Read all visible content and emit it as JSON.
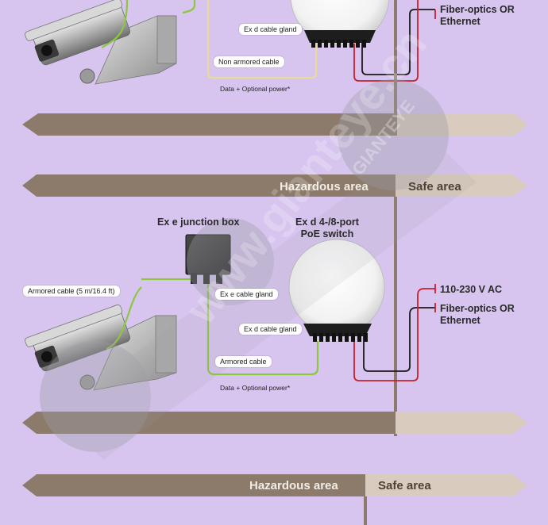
{
  "colors": {
    "background": "#d7c5ef",
    "hazard_band": "#8c7b6b",
    "safe_band": "#d9cbbd",
    "armored_cable": "#8dc63f",
    "non_armored_cable": "#e6dc96",
    "power_line": "#c8202f",
    "network_line": "#1a1a1a",
    "watermark": "#b8b8be"
  },
  "watermark": {
    "brand": "GIANTEYE",
    "url": "www.gianteye.cn"
  },
  "diagram_top": {
    "callouts": {
      "ex_d_gland": "Ex d cable gland",
      "non_armored": "Non armored cable"
    },
    "caption": "Data + Optional power*",
    "network_label": "Fiber-optics OR\nEthernet"
  },
  "diagram_bottom": {
    "band_top": {
      "hazardous": "Hazardous area",
      "safe": "Safe area"
    },
    "junction_box_title": "Ex e junction box",
    "switch_title": "Ex d 4-/8-port\nPoE switch",
    "callouts": {
      "armored_length": "Armored cable (5 m/16.4 ft)",
      "ex_e_gland": "Ex e cable gland",
      "ex_d_gland": "Ex d cable gland",
      "armored": "Armored cable"
    },
    "caption": "Data + Optional power*",
    "power_label": "110-230 V AC",
    "network_label": "Fiber-optics OR\nEthernet"
  },
  "diagram_next": {
    "band_top": {
      "hazardous": "Hazardous area",
      "safe": "Safe area"
    }
  }
}
